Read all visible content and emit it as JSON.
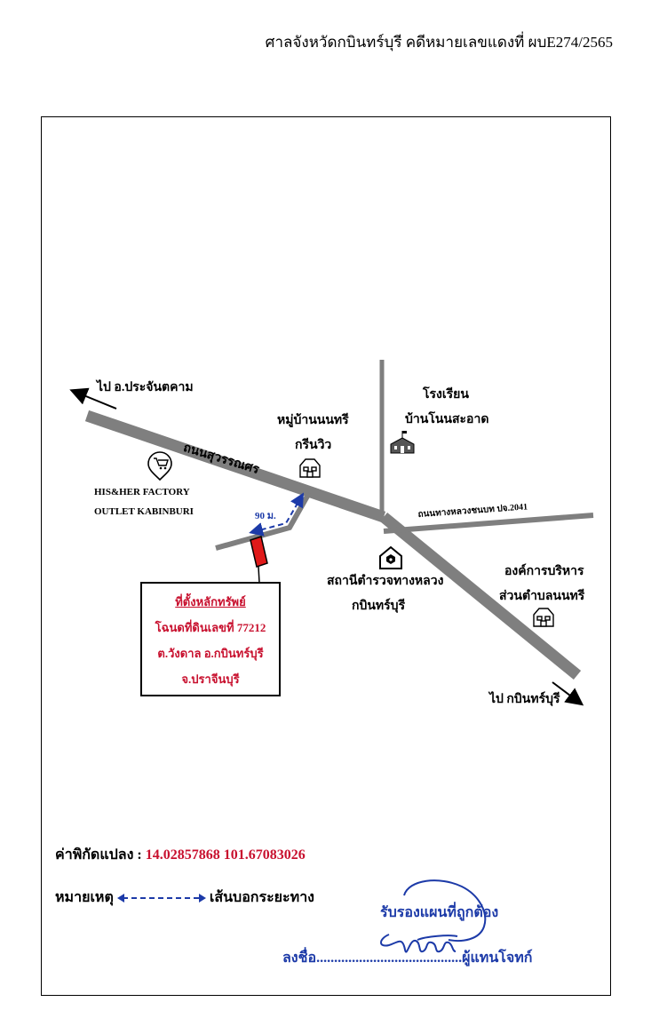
{
  "header": {
    "case_text": "ศาลจังหวัดกบินทร์บุรี คดีหมายเลขแดงที่ ผบE274/2565"
  },
  "map": {
    "labels": {
      "to_prachantakham": "ไป อ.ประจันตคาม",
      "road_suwannason": "ถนนสุวรรณศร",
      "village_line1": "หมู่บ้านนนทรี",
      "village_line2": "กรีนวิว",
      "school_line1": "โรงเรียน",
      "school_line2": "บ้านโนนสะอาด",
      "outlet_line1": "HIS&HER FACTORY",
      "outlet_line2": "OUTLET KABINBURI",
      "distance": "90 ม.",
      "highway_2041": "ถนนทางหลวงชนบท ปจ.2041",
      "police_line1": "สถานีตำรวจทางหลวง",
      "police_line2": "กบินทร์บุรี",
      "sao_line1": "องค์การบริหาร",
      "sao_line2": "ส่วนตำบลนนทรี",
      "to_kabinburi": "ไป กบินทร์บุรี"
    },
    "callout": {
      "line1": "ที่ตั้งหลักทรัพย์",
      "line2": "โฉนดที่ดินเลขที่ 77212",
      "line3": "ต.วังดาล อ.กบินทร์บุรี",
      "line4": "จ.ปราจีนบุรี"
    },
    "icons": [
      "shopping-cart-icon",
      "house-icon",
      "school-icon",
      "police-station-icon",
      "government-building-icon"
    ],
    "colors": {
      "road": "#7f7f7f",
      "plot": "#e01a1a",
      "route": "#1c3aa8",
      "callout_text": "#c8102e",
      "signature": "#1c3aa8"
    }
  },
  "footer": {
    "coords_label": "ค่าพิกัดแปลง : ",
    "coords_value": "14.02857868 101.67083026",
    "legend_label": "หมายเหตุ",
    "legend_desc": "เส้นบอกระยะทาง",
    "certify": "รับรองแผนที่ถูกต้อง",
    "sign_line": "ลงชื่อ.........................................ผู้แทนโจทก์"
  }
}
